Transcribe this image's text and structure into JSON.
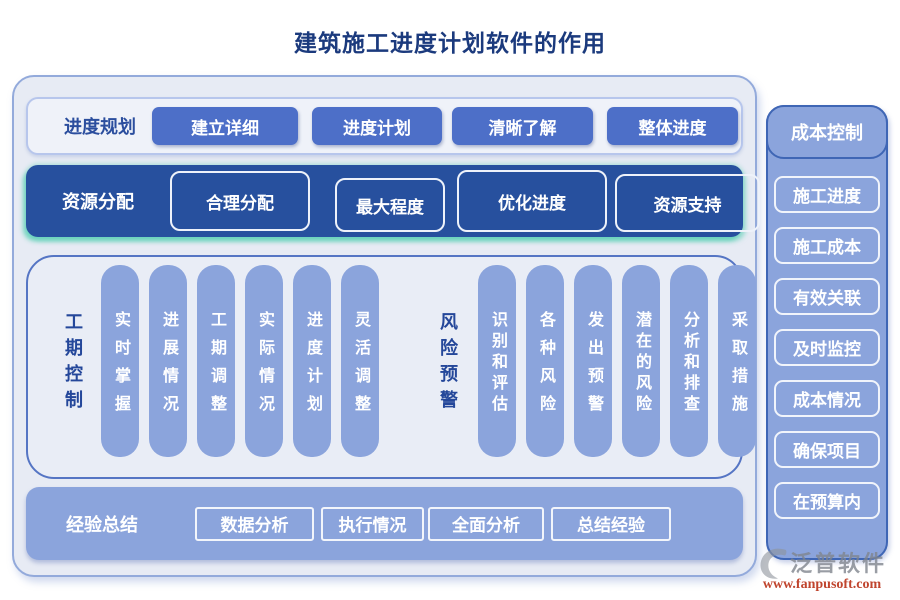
{
  "title": "建筑施工进度计划软件的作用",
  "planning": {
    "label": "进度规划",
    "buttons": [
      "建立详细",
      "进度计划",
      "清晰了解",
      "整体进度"
    ]
  },
  "resource": {
    "label": "资源分配",
    "buttons": [
      "合理分配",
      "最大程度",
      "优化进度",
      "资源支持"
    ]
  },
  "duration": {
    "label": "工期控制",
    "columns": [
      "实时掌握",
      "进展情况",
      "工期调整",
      "实际情况",
      "进度计划",
      "灵活调整"
    ]
  },
  "risk": {
    "label": "风险预警",
    "columns": [
      "识别和评估",
      "各种风险",
      "发出预警",
      "潜在的风险",
      "分析和排查",
      "采取措施"
    ]
  },
  "experience": {
    "label": "经验总结",
    "buttons": [
      "数据分析",
      "执行情况",
      "全面分析",
      "总结经验"
    ]
  },
  "sidebar": {
    "header": "成本控制",
    "items": [
      "施工进度",
      "施工成本",
      "有效关联",
      "及时监控",
      "成本情况",
      "确保项目",
      "在预算内"
    ]
  },
  "logo": {
    "name": "泛普软件",
    "url": "www.fanpusoft.com"
  },
  "colors": {
    "title_navy": "#1b3a7d",
    "label_navy": "#2b4e9e",
    "solid_chip_blue": "#4d6fc8",
    "dark_row_blue": "#27509e",
    "light_pill_blue": "#8ba4dc",
    "panel_fill": "#e7ebf4",
    "panel_border": "#93aadb",
    "mid_border": "#5575c4",
    "sidebar_border": "#3f66b5",
    "teal_glow": "#62d1b8",
    "logo_gray": "#80858d",
    "logo_url_red": "#c0452e"
  }
}
